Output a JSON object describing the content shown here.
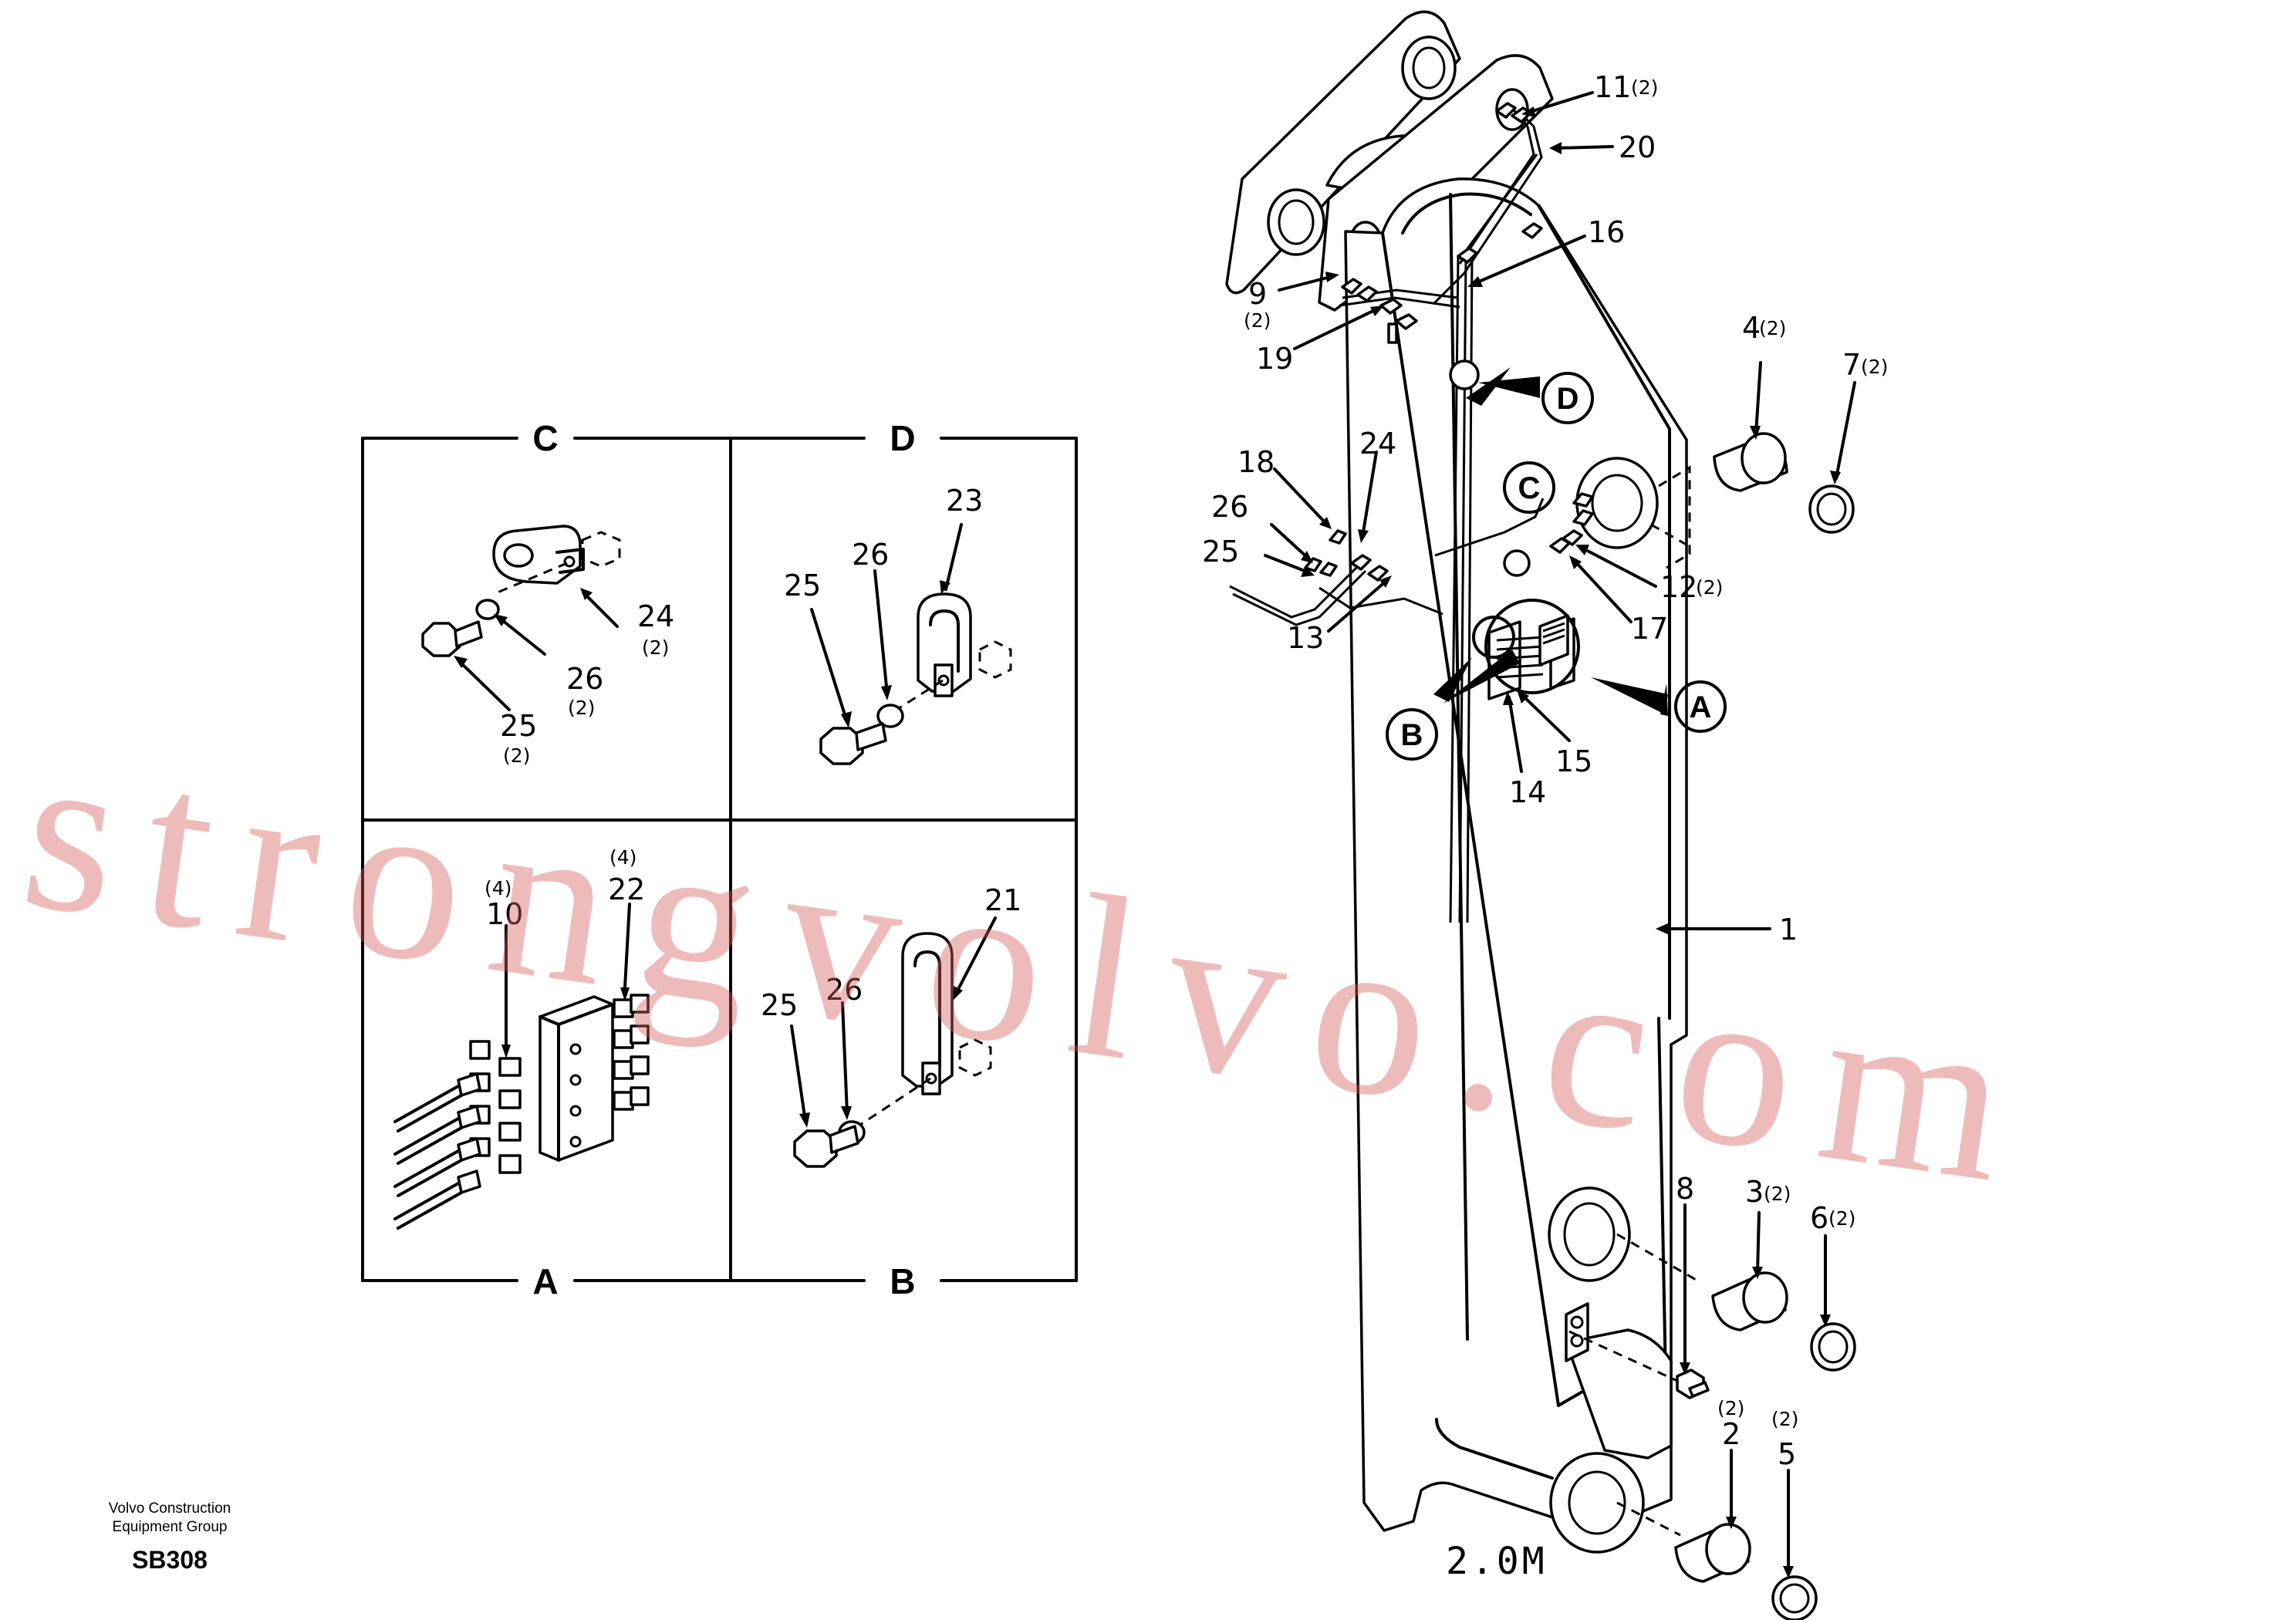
{
  "panels": {
    "C": "C",
    "D": "D",
    "A": "A",
    "B": "B"
  },
  "callouts": {
    "A": "A",
    "B": "B",
    "C": "C",
    "D": "D"
  },
  "panel_c": {
    "labels": [
      {
        "num": "24",
        "qty": "(2)"
      },
      {
        "num": "26",
        "qty": "(2)"
      },
      {
        "num": "25",
        "qty": "(2)"
      }
    ]
  },
  "panel_d": {
    "labels": [
      {
        "num": "23"
      },
      {
        "num": "26"
      },
      {
        "num": "25"
      }
    ]
  },
  "panel_a": {
    "labels": [
      {
        "num": "10",
        "qty": "(4)"
      },
      {
        "num": "22",
        "qty": "(4)"
      }
    ]
  },
  "panel_b": {
    "labels": [
      {
        "num": "21"
      },
      {
        "num": "25"
      },
      {
        "num": "26"
      }
    ]
  },
  "main": {
    "labels": [
      {
        "num": "11",
        "qty": "(2)"
      },
      {
        "num": "20"
      },
      {
        "num": "16"
      },
      {
        "num": "9",
        "qty": "(2)"
      },
      {
        "num": "19"
      },
      {
        "num": "4",
        "qty": "(2)"
      },
      {
        "num": "7",
        "qty": "(2)"
      },
      {
        "num": "18"
      },
      {
        "num": "24"
      },
      {
        "num": "26"
      },
      {
        "num": "25"
      },
      {
        "num": "12",
        "qty": "(2)"
      },
      {
        "num": "13"
      },
      {
        "num": "17"
      },
      {
        "num": "14"
      },
      {
        "num": "15"
      },
      {
        "num": "1"
      },
      {
        "num": "8"
      },
      {
        "num": "3",
        "qty": "(2)"
      },
      {
        "num": "6",
        "qty": "(2)"
      },
      {
        "num": "2",
        "qty": "(2)"
      },
      {
        "num": "5",
        "qty": "(2)"
      }
    ],
    "scale_label": "2.0M"
  },
  "credit": {
    "line1": "Volvo Construction",
    "line2": "Equipment Group",
    "code": "SB308"
  },
  "watermark": "strongvolvo.com"
}
